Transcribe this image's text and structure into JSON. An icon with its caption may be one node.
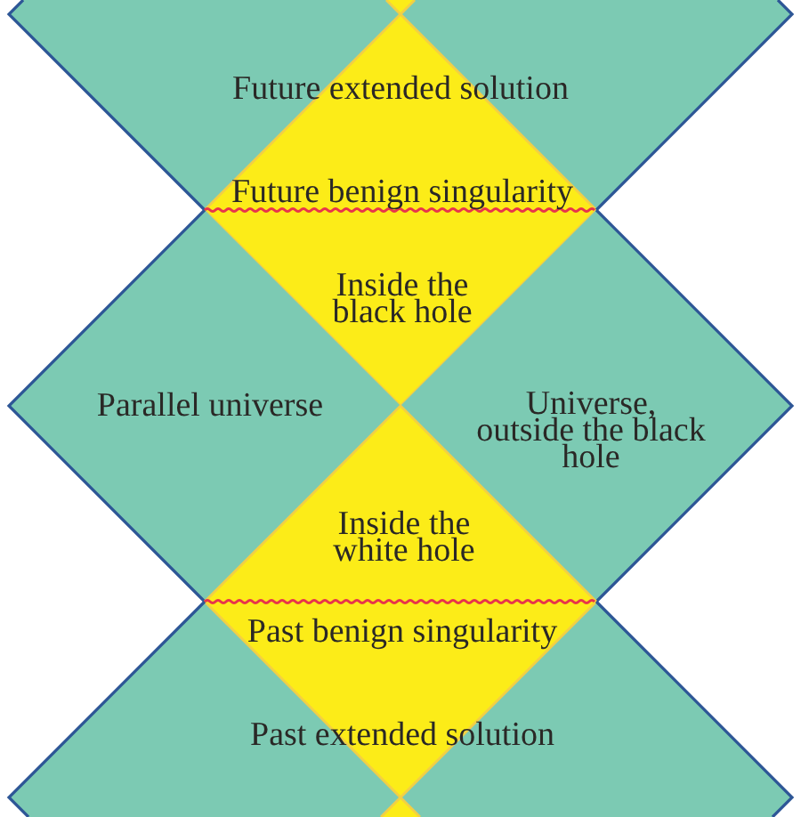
{
  "diagram": {
    "nodes": [
      {
        "text": [
          "Future extended solution"
        ]
      },
      {
        "text": [
          "Inside the black hole"
        ]
      },
      {
        "text": [
          "Parallel universe"
        ]
      },
      {
        "text": [
          "Universe, outside the black hole"
        ]
      },
      {
        "text": [
          "Inside the white hole"
        ]
      },
      {
        "text": [
          "Past extended solution"
        ]
      }
    ],
    "labels": [
      "Future benign singularity",
      "Past benign singularity"
    ]
  }
}
